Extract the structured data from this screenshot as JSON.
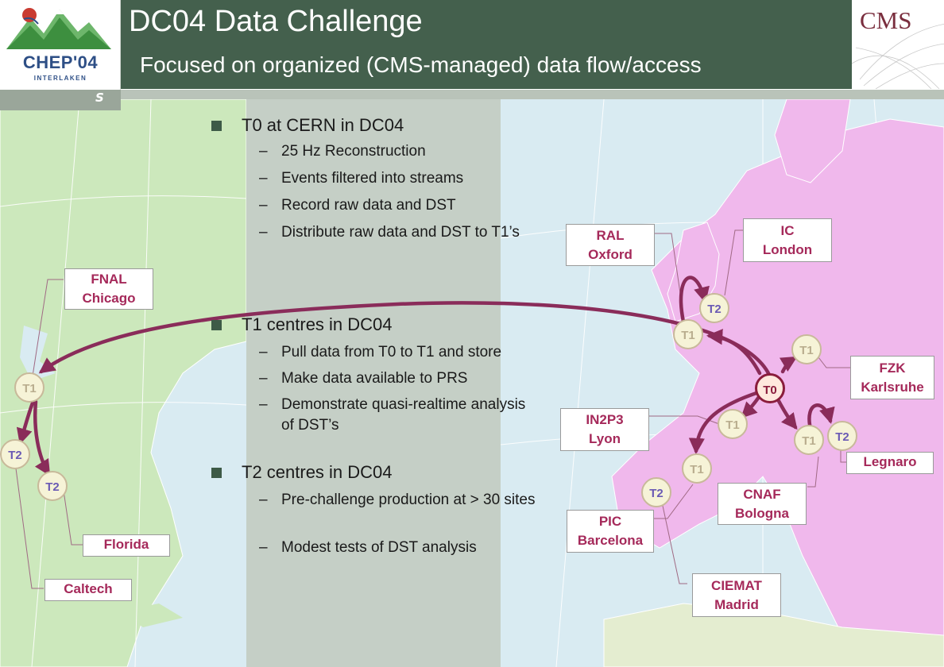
{
  "header": {
    "title": "DC04 Data Challenge",
    "subtitle": "Focused on organized (CMS-managed) data flow/access",
    "logo_left": "CHEP'04",
    "logo_left_sub": "INTERLAKEN",
    "logo_right": "CMS",
    "band_glyph": "S"
  },
  "sections": [
    {
      "heading": "T0 at CERN in DC04",
      "items": [
        "25 Hz Reconstruction",
        "Events filtered into streams",
        "Record raw data and DST",
        "Distribute raw data and DST to T1’s"
      ]
    },
    {
      "heading": "T1 centres in DC04",
      "items": [
        "Pull data from T0 to T1 and store",
        "Make data available to PRS",
        "Demonstrate quasi-realtime analysis of DST’s"
      ]
    },
    {
      "heading": "T2 centres in DC04",
      "items": [
        "Pre-challenge production at > 30 sites",
        "Modest tests of DST analysis"
      ]
    }
  ],
  "sites": {
    "fnal": [
      "FNAL",
      "Chicago"
    ],
    "florida": [
      "Florida"
    ],
    "caltech": [
      "Caltech"
    ],
    "ral": [
      "RAL",
      "Oxford"
    ],
    "ic": [
      "IC",
      "London"
    ],
    "fzk": [
      "FZK",
      "Karlsruhe"
    ],
    "in2p3": [
      "IN2P3",
      "Lyon"
    ],
    "legnaro": [
      "Legnaro"
    ],
    "cnaf": [
      "CNAF",
      "Bologna"
    ],
    "pic": [
      "PIC",
      "Barcelona"
    ],
    "ciemat": [
      "CIEMAT",
      "Madrid"
    ]
  },
  "tiers": {
    "t0": "T0",
    "t1": "T1",
    "t2": "T2"
  },
  "colors": {
    "header": "#44604d",
    "arrow": "#8a2c5a",
    "site_text": "#a5295a",
    "land_americas": "#c8e8b8",
    "land_europe": "#f0b5ec",
    "sea": "#d7eaf0"
  }
}
